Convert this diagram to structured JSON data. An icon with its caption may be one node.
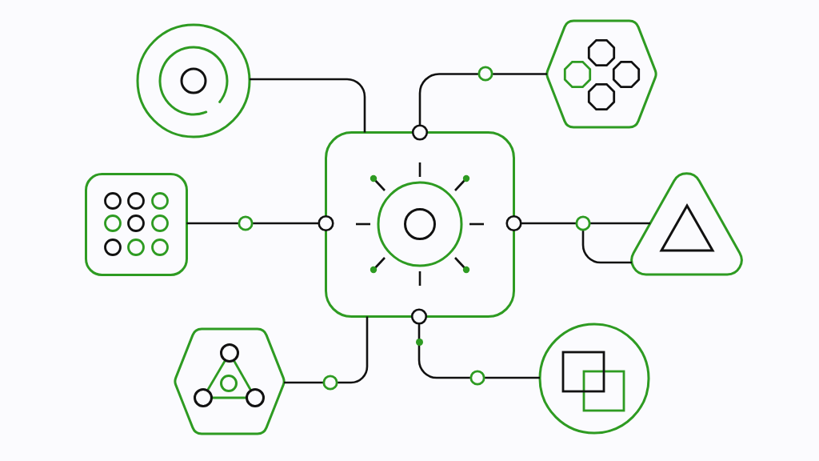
{
  "diagram": {
    "nodes": [
      {
        "text": [],
        "shape": "circle"
      },
      {
        "text": [],
        "shape": "hexagon"
      },
      {
        "text": [],
        "shape": "box"
      },
      {
        "text": [],
        "shape": "box"
      },
      {
        "text": [],
        "shape": "triangle"
      },
      {
        "text": [],
        "shape": "hexagon"
      },
      {
        "text": [],
        "shape": "circle"
      }
    ],
    "edges": [
      {
        "from": 0,
        "to": 3,
        "arrow": "none"
      },
      {
        "from": 1,
        "to": 3,
        "arrow": "other"
      },
      {
        "from": 2,
        "to": 3,
        "arrow": "other"
      },
      {
        "from": 4,
        "to": 3,
        "arrow": "other"
      },
      {
        "from": 5,
        "to": 3,
        "arrow": "none"
      },
      {
        "from": 6,
        "to": 3,
        "arrow": "other"
      }
    ]
  }
}
